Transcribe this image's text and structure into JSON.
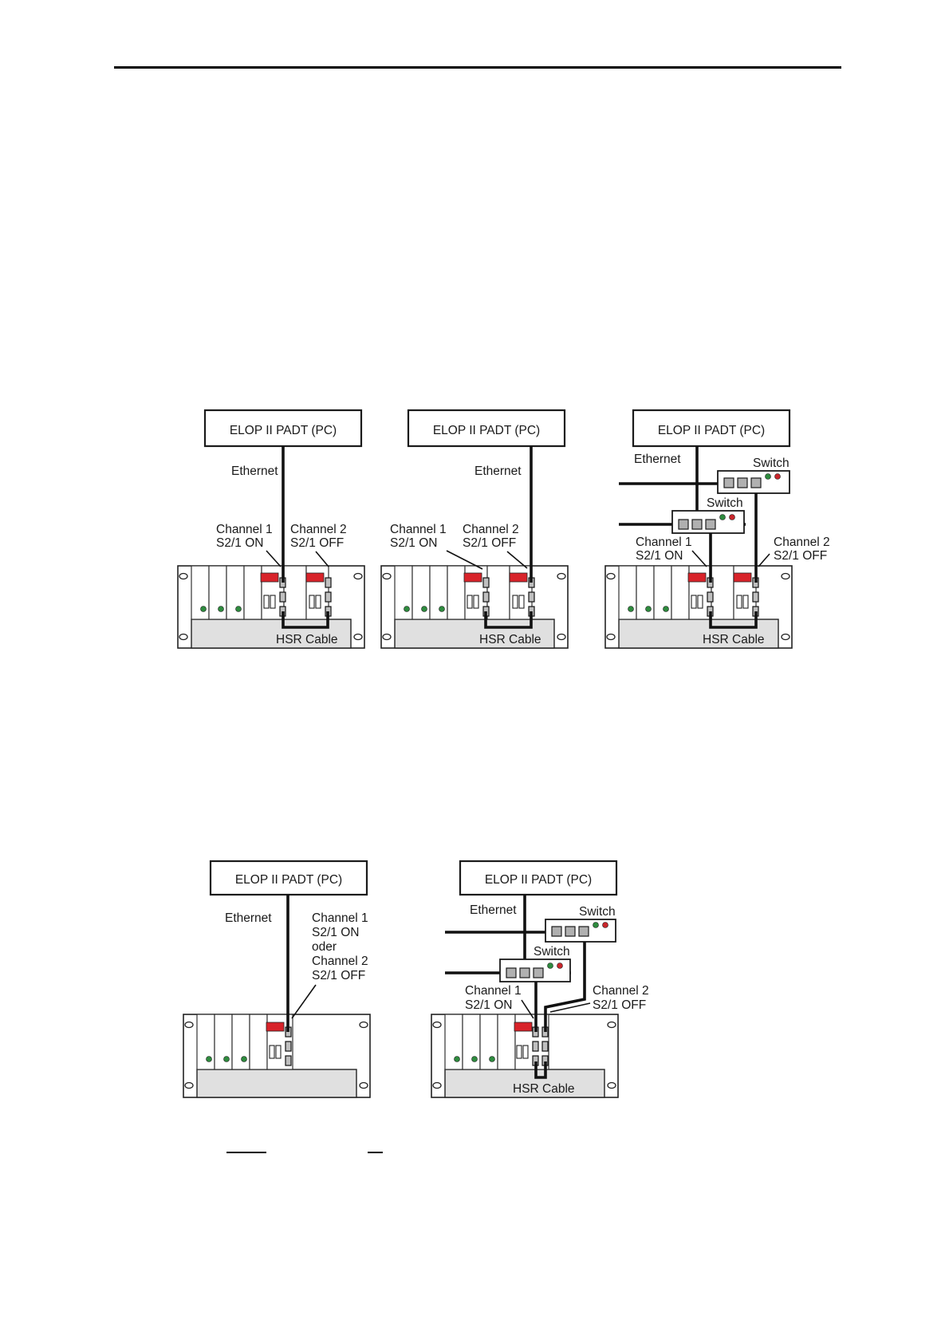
{
  "page": {
    "rule_color": "#000000"
  },
  "colors": {
    "module_accent": "#d8232a",
    "led_green": "#2e8b3e",
    "led_red": "#c8262b",
    "rack_base": "#e0e0e0"
  },
  "labels": {
    "padt": "ELOP II PADT (PC)",
    "ethernet": "Ethernet",
    "switch": "Switch",
    "channel1": "Channel 1",
    "channel2": "Channel 2",
    "s21_on": "S2/1 ON",
    "s21_off": "S2/1 OFF",
    "hsr_cable": "HSR Cable",
    "oder": "oder"
  },
  "diagrams": [
    {
      "id": "fig-1a",
      "padt": "ELOP II PADT (PC)",
      "ethernet": "Ethernet",
      "channel1": [
        "Channel 1",
        "S2/1 ON"
      ],
      "channel2": [
        "Channel 2",
        "S2/1 OFF"
      ],
      "cable": "HSR Cable"
    },
    {
      "id": "fig-1b",
      "padt": "ELOP II PADT (PC)",
      "ethernet": "Ethernet",
      "channel1": [
        "Channel 1",
        "S2/1 ON"
      ],
      "channel2": [
        "Channel 2",
        "S2/1 OFF"
      ],
      "cable": "HSR Cable"
    },
    {
      "id": "fig-1c",
      "padt": "ELOP II PADT (PC)",
      "ethernet": "Ethernet",
      "switches": [
        "Switch",
        "Switch"
      ],
      "channel1": [
        "Channel 1",
        "S2/1 ON"
      ],
      "channel2": [
        "Channel 2",
        "S2/1 OFF"
      ],
      "cable": "HSR Cable"
    },
    {
      "id": "fig-2a",
      "padt": "ELOP II PADT (PC)",
      "ethernet": "Ethernet",
      "channel_note": [
        "Channel 1",
        "S2/1 ON",
        "oder",
        "Channel 2",
        "S2/1 OFF"
      ]
    },
    {
      "id": "fig-2b",
      "padt": "ELOP II PADT (PC)",
      "ethernet": "Ethernet",
      "switches": [
        "Switch",
        "Switch"
      ],
      "channel1": [
        "Channel 1",
        "S2/1 ON"
      ],
      "channel2": [
        "Channel 2",
        "S2/1 OFF"
      ],
      "cable": "HSR Cable"
    }
  ]
}
